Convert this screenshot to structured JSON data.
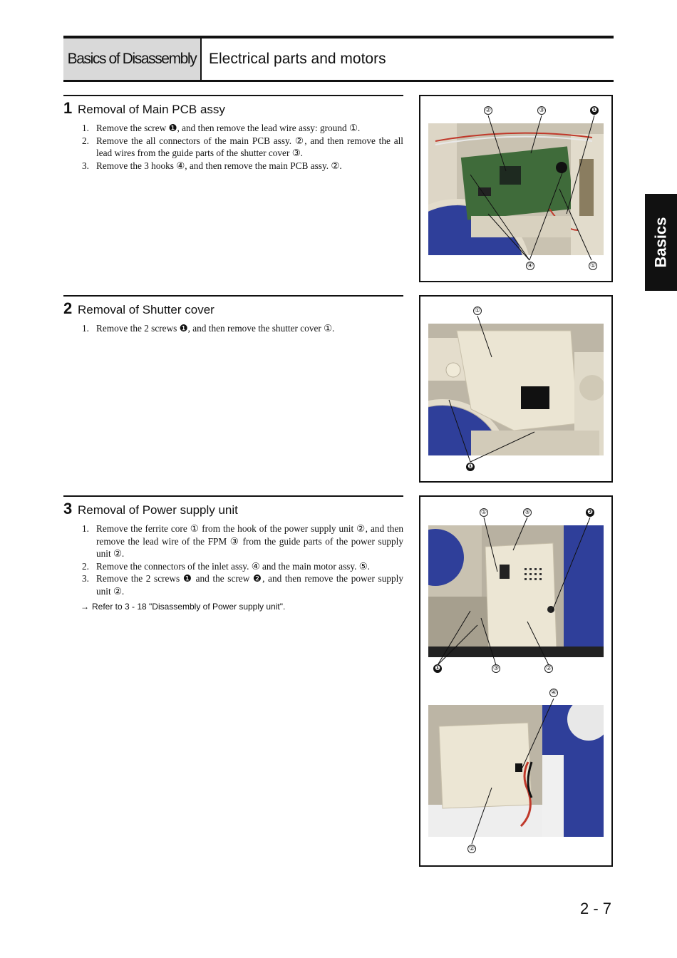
{
  "header": {
    "tab_label": "Basics of Disassembly",
    "title": "Electrical parts and motors"
  },
  "side_tab": "Basics",
  "sections": [
    {
      "number": "1",
      "title": "Removal of Main PCB assy",
      "steps": [
        {
          "num": "1.",
          "text": "Remove the screw ❶, and then remove the lead wire assy: ground ①."
        },
        {
          "num": "2.",
          "text": "Remove the all connectors of the main PCB assy. ②, and then remove the all lead wires from the guide parts of the shutter cover ③."
        },
        {
          "num": "3.",
          "text": "Remove the 3 hooks ④, and then remove the main PCB assy. ②."
        }
      ]
    },
    {
      "number": "2",
      "title": "Removal of Shutter cover",
      "steps": [
        {
          "num": "1.",
          "text": "Remove the 2 screws ❶, and then remove the shutter cover ①."
        }
      ]
    },
    {
      "number": "3",
      "title": "Removal of Power supply unit",
      "steps": [
        {
          "num": "1.",
          "text": "Remove the ferrite core ① from the hook of the power supply unit ②, and then remove the lead wire of the FPM ③ from the guide parts of the power supply unit ②."
        },
        {
          "num": "2.",
          "text": "Remove the connectors of the inlet assy. ④ and the main motor assy. ⑤."
        },
        {
          "num": "3.",
          "text": "Remove the 2 screws ❶ and the screw ❷, and then remove the power supply unit ②."
        }
      ],
      "reference": {
        "arrow": "→",
        "text": "Refer to 3 - 18 \"Disassembly of Power supply unit\"."
      }
    }
  ],
  "figures": {
    "fig1": {
      "callouts": [
        "②",
        "③",
        "❶",
        "④",
        "①"
      ]
    },
    "fig2": {
      "callouts": [
        "①",
        "❶"
      ]
    },
    "fig3": {
      "callouts": [
        "①",
        "⑤",
        "❷",
        "❶",
        "③",
        "②",
        "④",
        "②"
      ]
    }
  },
  "colors": {
    "pcb_green": "#3f6b3a",
    "blue_disc": "#2f3f9a",
    "plastic": "#e8e2d2"
  },
  "page_number": "2 - 7"
}
